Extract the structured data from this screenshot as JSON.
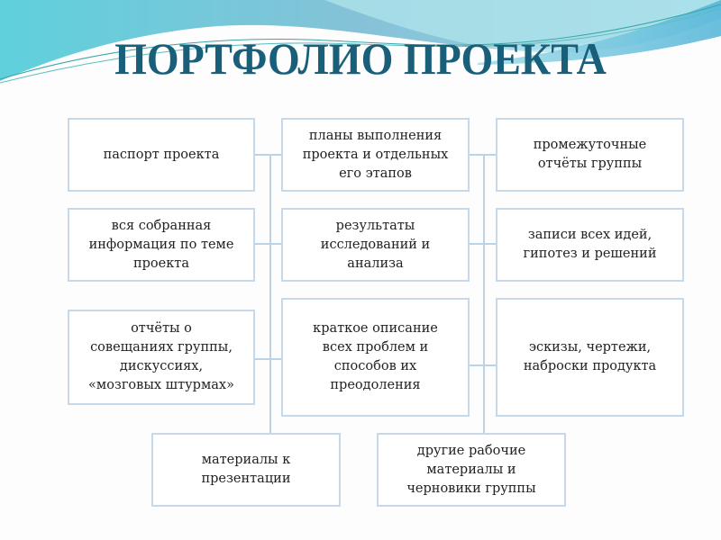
{
  "title": "ПОРТФОЛИО ПРОЕКТА",
  "colors": {
    "title": "#1a5f7a",
    "box_border": "#c6d9ea",
    "connector": "#bcd3e6",
    "header_wave": "#7ec8dc"
  },
  "boxes": {
    "row1": {
      "left": "паспорт проекта",
      "center": "планы выполнения\nпроекта и отдельных\nего этапов",
      "right": "промежуточные\nотчёты группы"
    },
    "row2": {
      "left": "вся собранная\nинформация по теме\nпроекта",
      "center": "результаты\nисследований и\nанализа",
      "right": "записи всех идей,\nгипотез и решений"
    },
    "row3": {
      "left": "отчёты о\nсовещаниях группы,\nдискуссиях,\n«мозговых штурмах»",
      "center": "краткое описание\nвсех проблем и\nспособов их\nпреодоления",
      "right": "эскизы, чертежи,\nнаброски продукта"
    },
    "bottom": {
      "left": "материалы к\nпрезентации",
      "right": "другие рабочие\nматериалы и\nчерновики группы"
    }
  }
}
